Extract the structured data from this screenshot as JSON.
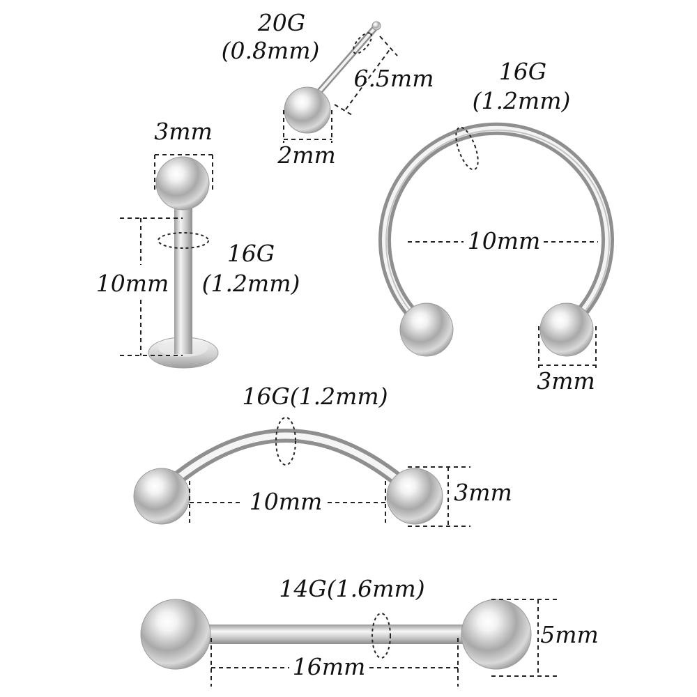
{
  "nose_stud": {
    "gauge": "20G",
    "gauge_mm": "(0.8mm)",
    "length": "6.5mm",
    "ball": "2mm"
  },
  "labret": {
    "ball": "3mm",
    "length": "10mm",
    "gauge": "16G",
    "gauge_mm": "(1.2mm)"
  },
  "horseshoe": {
    "gauge": "16G",
    "gauge_mm": "(1.2mm)",
    "diameter": "10mm",
    "ball": "3mm"
  },
  "curved_barbell": {
    "gauge": "16G(1.2mm)",
    "length": "10mm",
    "ball": "3mm"
  },
  "straight_barbell": {
    "gauge": "14G(1.6mm)",
    "length": "16mm",
    "ball": "5mm"
  }
}
